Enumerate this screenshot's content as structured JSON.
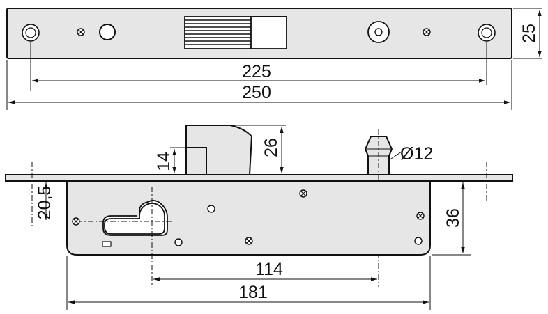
{
  "figure": {
    "type": "technical-drawing",
    "subject": "mortise lock"
  },
  "dimensions": {
    "faceplate_screw_spacing": "225",
    "faceplate_length": "250",
    "faceplate_width": "25",
    "latch_projection": "26",
    "latch_step": "14",
    "backset": "20,5",
    "bolt_diameter": "Ø12",
    "case_depth": "36",
    "cylinder_to_bolt_spacing": "114",
    "case_length": "181"
  },
  "colors": {
    "line": "#111111",
    "fill": "#e6e6e6",
    "background": "#ffffff"
  }
}
